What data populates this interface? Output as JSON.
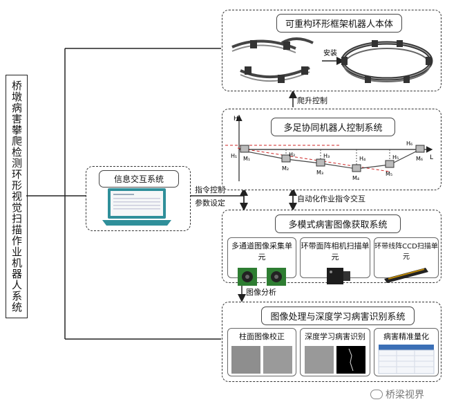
{
  "main_title": "桥墩病害攀爬检测环形视觉扫描作业机器人系统",
  "robot_body": {
    "title": "可重构环形框架机器人本体",
    "install_label": "安装"
  },
  "arrow_labels": {
    "climb_control": "爬升控制",
    "command_control": "指令控制",
    "param_setting": "参数设定",
    "auto_command": "自动化作业指令交互",
    "image_analysis": "图像分析"
  },
  "control_system": {
    "title": "多足协同机器人控制系统",
    "axis_h": "H",
    "axis_l": "L",
    "modules": [
      "M₁",
      "M₂",
      "M₃",
      "M₄",
      "M₅",
      "M₆"
    ],
    "heights": [
      "H₁",
      "H₂",
      "H₃",
      "H₄",
      "H₅",
      "H₆"
    ]
  },
  "info_system": {
    "title": "信息交互系统"
  },
  "acquisition_system": {
    "title": "多模式病害图像获取系统",
    "units": [
      "多通道图像采集单元",
      "环带面阵相机扫描单元",
      "环带线阵CCD扫描单元"
    ]
  },
  "processing_system": {
    "title": "图像处理与深度学习病害识别系统",
    "units": [
      "柱面图像校正",
      "深度学习病害识别",
      "病害精准量化"
    ]
  },
  "watermark": "桥梁视界",
  "colors": {
    "line": "#222222",
    "red_dash": "#cc2222",
    "laptop": "#2f8f9a",
    "camera_green": "#2e7d32"
  }
}
